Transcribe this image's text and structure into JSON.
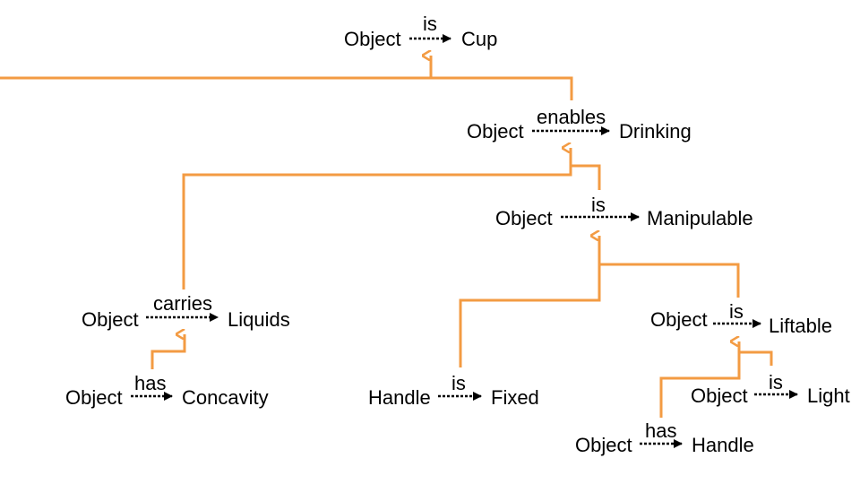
{
  "colors": {
    "link": "#f39b43",
    "arrow": "#000000",
    "text": "#000000"
  },
  "triples": [
    {
      "id": "cup",
      "subject": "Object",
      "relation": "is",
      "object": "Cup"
    },
    {
      "id": "drinking",
      "subject": "Object",
      "relation": "enables",
      "object": "Drinking"
    },
    {
      "id": "manipulable",
      "subject": "Object",
      "relation": "is",
      "object": "Manipulable"
    },
    {
      "id": "liquids",
      "subject": "Object",
      "relation": "carries",
      "object": "Liquids"
    },
    {
      "id": "liftable",
      "subject": "Object",
      "relation": "is",
      "object": "Liftable"
    },
    {
      "id": "concavity",
      "subject": "Object",
      "relation": "has",
      "object": "Concavity"
    },
    {
      "id": "fixed",
      "subject": "Handle",
      "relation": "is",
      "object": "Fixed"
    },
    {
      "id": "light",
      "subject": "Object",
      "relation": "is",
      "object": "Light"
    },
    {
      "id": "handle",
      "subject": "Object",
      "relation": "has",
      "object": "Handle"
    }
  ]
}
